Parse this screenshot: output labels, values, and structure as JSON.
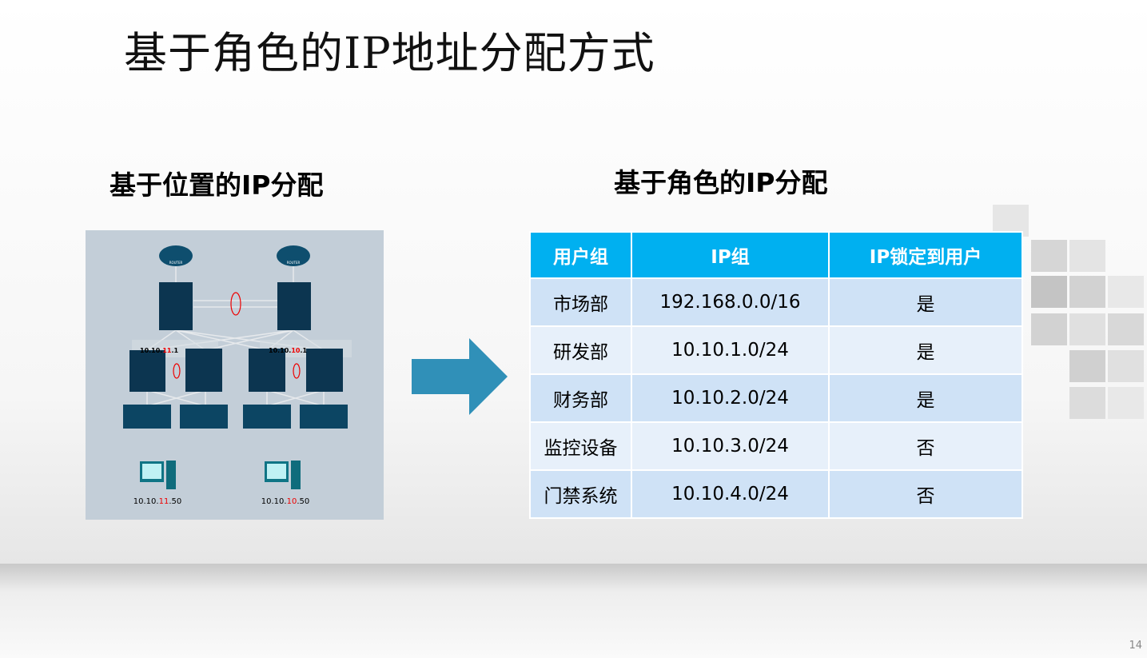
{
  "title": "基于角色的IP地址分配方式",
  "left_heading": "基于位置的IP分配",
  "right_heading": "基于角色的IP分配",
  "diagram": {
    "router_label": "ROUTER",
    "gw_left": [
      "10.10.",
      "11",
      ".1"
    ],
    "gw_right": [
      "10.10.",
      "10",
      ".1"
    ],
    "pc_left": [
      "10.10.",
      "11",
      ".50"
    ],
    "pc_right": [
      "10.10.",
      "10",
      ".50"
    ]
  },
  "table": {
    "headers": [
      "用户组",
      "IP组",
      "IP锁定到用户"
    ],
    "rows": [
      [
        "市场部",
        "192.168.0.0/16",
        "是"
      ],
      [
        "研发部",
        "10.10.1.0/24",
        "是"
      ],
      [
        "财务部",
        "10.10.2.0/24",
        "是"
      ],
      [
        "监控设备",
        "10.10.3.0/24",
        "否"
      ],
      [
        "门禁系统",
        "10.10.4.0/24",
        "否"
      ]
    ]
  },
  "page_number": "14",
  "colors": {
    "header": "#00b0f0",
    "arrow": "#3090b8",
    "highlight": "#ff0000"
  }
}
